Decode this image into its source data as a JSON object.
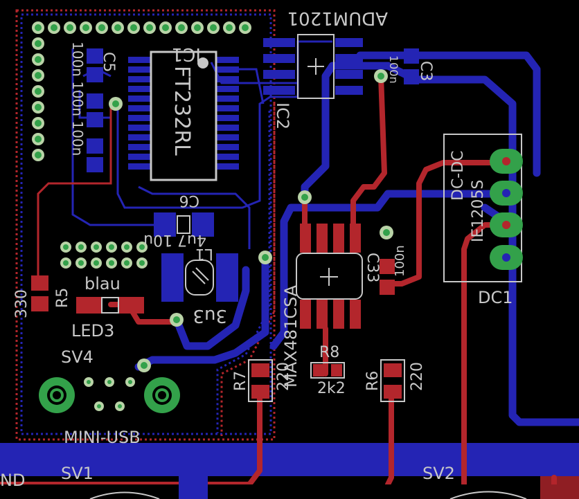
{
  "colors": {
    "background": "#000000",
    "top_copper": "#b3262c",
    "bottom_copper": "#2424b4",
    "silkscreen": "#c8c8c8",
    "pad_green": "#33a14a",
    "via_ring": "#b9d3a7"
  },
  "labels": {
    "adum": "ADUM1201",
    "ic1": "IC1",
    "ic2": "IC2",
    "ft232": "FT232RL",
    "c5": "C5",
    "c6": "C6",
    "c3": "C3",
    "c3_val": "100n",
    "c33": "C33",
    "c33_val": "100n",
    "l1": "L1",
    "l1_val": "4u7 10u",
    "inductor_val": "3u3",
    "r5": "R5",
    "r5_val": "330",
    "led_color": "blau",
    "led3": "LED3",
    "sv4": "SV4",
    "mini_usb": "MINI-USB",
    "max": "MAX481CSA",
    "r7": "R7",
    "r7_val": "220",
    "r8": "R8",
    "r8_val": "2k2",
    "r6": "R6",
    "r6_val": "220",
    "dcdc": "DC-DC",
    "ie": "IE1205S",
    "dc1": "DC1",
    "nd": "ND",
    "sv1": "SV1",
    "sv2": "SV2",
    "cap_vals_left": "100n 100n 100n"
  }
}
